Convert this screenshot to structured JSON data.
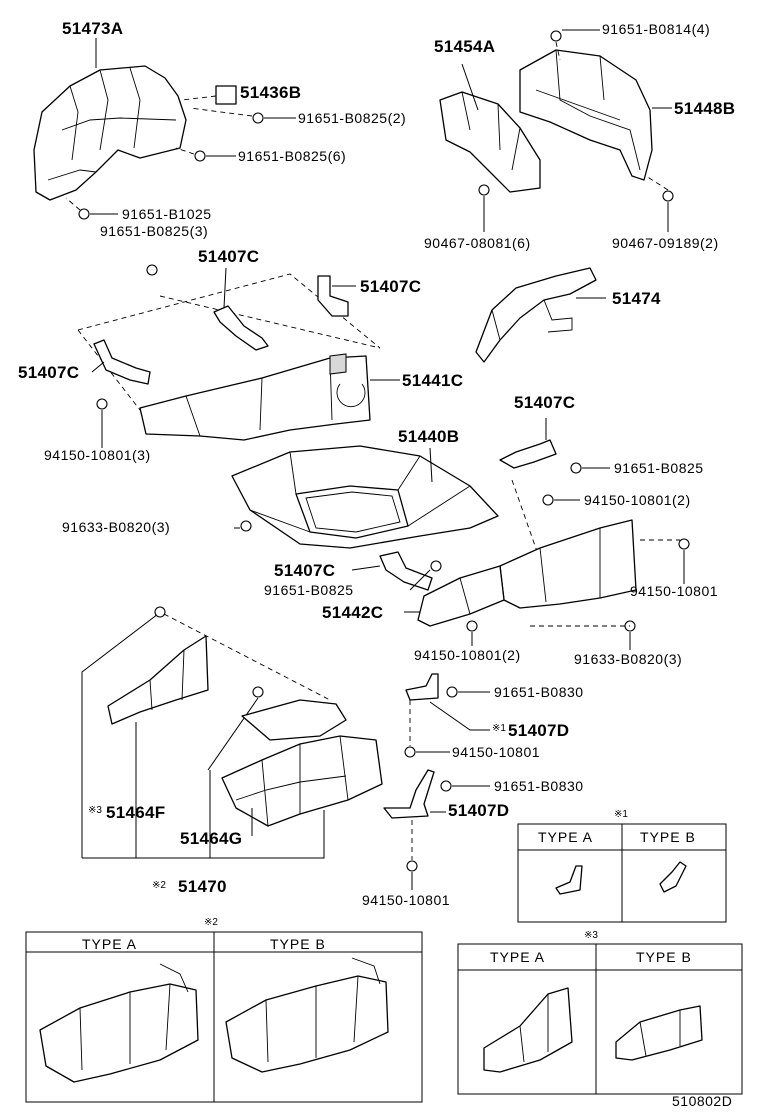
{
  "parts": {
    "p51473A": "51473A",
    "p51436B": "51436B",
    "p91651_B0825_2": "91651-B0825(2)",
    "p91651_B0825_6": "91651-B0825(6)",
    "p91651_B1025": "91651-B1025",
    "p91651_B0825_3": "91651-B0825(3)",
    "p51454A": "51454A",
    "p91651_B0814_4": "91651-B0814(4)",
    "p51448B": "51448B",
    "p90467_08081_6": "90467-08081(6)",
    "p90467_09189_2": "90467-09189(2)",
    "p51407C_a": "51407C",
    "p51407C_b": "51407C",
    "p51407C_c": "51407C",
    "p51441C": "51441C",
    "p51474": "51474",
    "p94150_10801_3": "94150-10801(3)",
    "p51407C_d": "51407C",
    "p51440B": "51440B",
    "p91651_B0825_r": "91651-B0825",
    "p94150_10801_2a": "94150-10801(2)",
    "p91633_B0820_3a": "91633-B0820(3)",
    "p51407C_e": "51407C",
    "p91651_B0825_m": "91651-B0825",
    "p94150_10801_r": "94150-10801",
    "p51442C": "51442C",
    "p94150_10801_2b": "94150-10801(2)",
    "p91633_B0820_3b": "91633-B0820(3)",
    "p91651_B0830_a": "91651-B0830",
    "p51407D_a": "51407D",
    "p94150_10801_m": "94150-10801",
    "p91651_B0830_b": "91651-B0830",
    "p51407D_b": "51407D",
    "p51464F": "51464F",
    "p51464G": "51464G",
    "p51470": "51470",
    "p94150_10801_b": "94150-10801"
  },
  "marks": {
    "m1": "※1",
    "m2": "※2",
    "m3": "※3",
    "m1_51407D": "※1",
    "m3_51464F": "※3",
    "m2_51470": "※2"
  },
  "tables": {
    "t1": {
      "mark": "※1",
      "type_a": "TYPE A",
      "type_b": "TYPE B"
    },
    "t2": {
      "mark": "※2",
      "type_a": "TYPE A",
      "type_b": "TYPE B"
    },
    "t3": {
      "mark": "※3",
      "type_a": "TYPE A",
      "type_b": "TYPE B"
    }
  },
  "diagram_code": "510802D"
}
